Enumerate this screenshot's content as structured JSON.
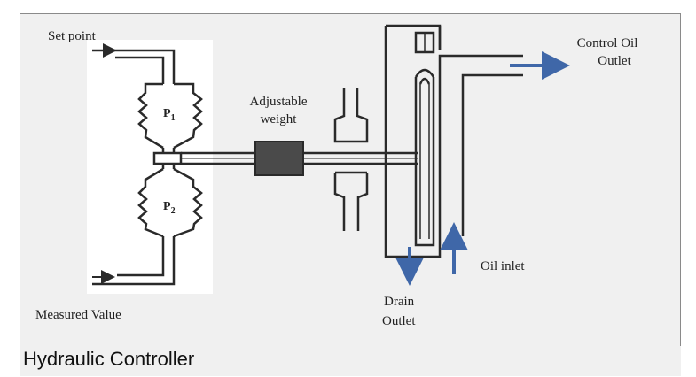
{
  "diagram": {
    "labels": {
      "set_point": "Set point",
      "measured_value": "Measured Value",
      "adjustable_weight_line1": "Adjustable",
      "adjustable_weight_line2": "weight",
      "control_oil_line1": "Control Oil",
      "control_oil_line2": "Outlet",
      "oil_inlet": "Oil inlet",
      "drain_line1": "Drain",
      "drain_line2": "Outlet",
      "p1_symbol": "P",
      "p1_subscript": "1",
      "p2_symbol": "P",
      "p2_subscript": "2"
    },
    "colors": {
      "line": "#2a2a2a",
      "flow_arrow": "#3f67a8",
      "weight": "#4a4a4a",
      "background": "#f0f0f0",
      "bellows_panel": "#ffffff"
    }
  },
  "caption": "Hydraulic Controller"
}
